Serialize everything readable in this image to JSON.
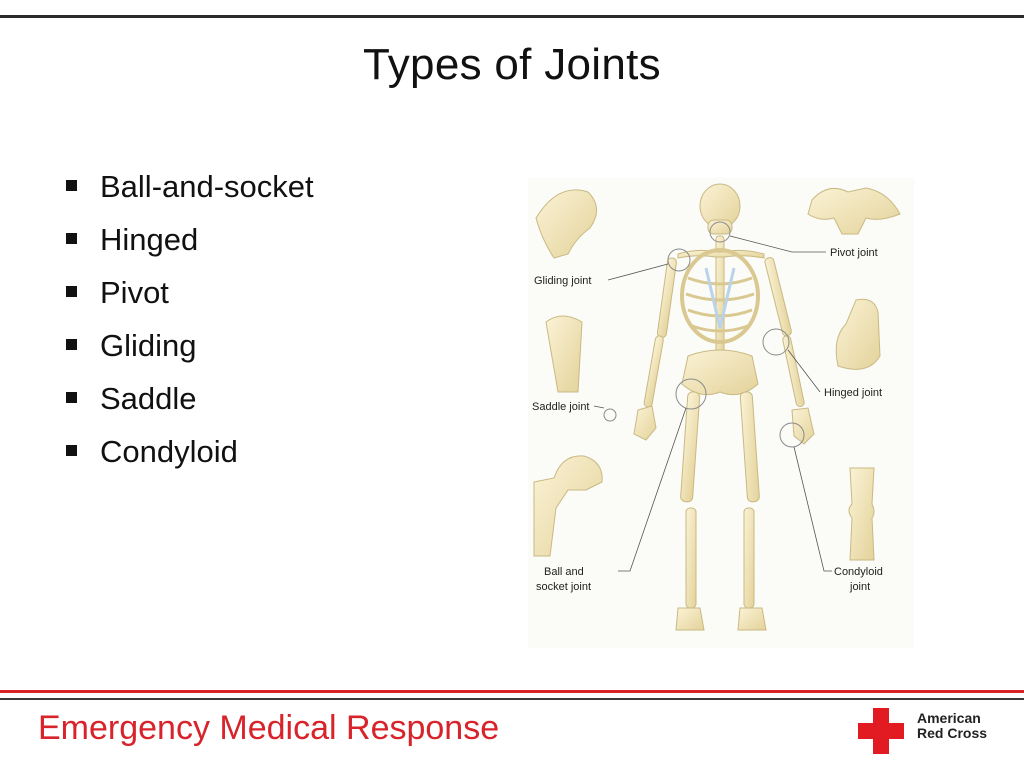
{
  "slide": {
    "title": "Types of Joints",
    "bullets": [
      {
        "label": "Ball-and-socket"
      },
      {
        "label": "Hinged"
      },
      {
        "label": "Pivot"
      },
      {
        "label": "Gliding"
      },
      {
        "label": "Saddle"
      },
      {
        "label": "Condyloid"
      }
    ]
  },
  "figure": {
    "labels": {
      "gliding": "Gliding joint",
      "pivot": "Pivot joint",
      "saddle": "Saddle joint",
      "hinged": "Hinged joint",
      "ball_line1": "Ball and",
      "ball_line2": "socket joint",
      "condyloid_line1": "Condyloid",
      "condyloid_line2": "joint"
    },
    "colors": {
      "bone": "#efe3b8",
      "bone_stroke": "#c9b982",
      "cartilage": "#b9d3ea"
    }
  },
  "footer": {
    "text": "Emergency Medical Response",
    "logo_line1": "American",
    "logo_line2": "Red Cross",
    "brand_color": "#e21b23"
  }
}
